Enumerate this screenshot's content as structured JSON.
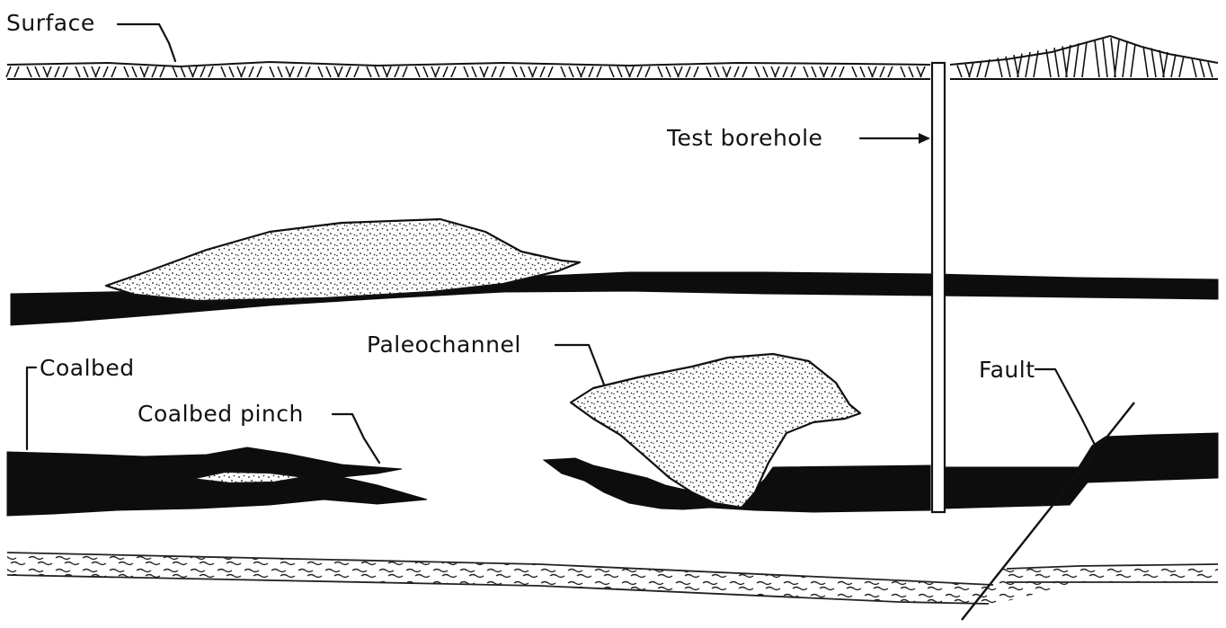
{
  "labels": {
    "surface": "Surface",
    "test_borehole": "Test borehole",
    "paleochannel": "Paleochannel",
    "coalbed": "Coalbed",
    "coalbed_pinch": "Coalbed pinch",
    "fault": "Fault"
  },
  "colors": {
    "ink": "#111111",
    "coal": "#0d0d0d",
    "paper": "#ffffff"
  }
}
